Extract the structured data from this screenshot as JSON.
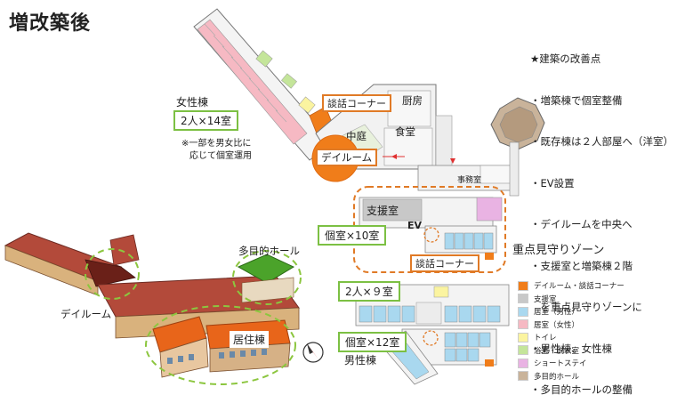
{
  "title": "増改築後",
  "notes": {
    "lines": [
      "★建築の改善点",
      "・増築棟で個室整備",
      "・既存棟は２人部屋へ（洋室）",
      "・EV設置",
      "・デイルームを中央へ",
      "・支援室と増築棟２階",
      "　を重点見守りゾーンに",
      "・男性棟、女性棟",
      "・多目的ホールの整備"
    ]
  },
  "plan": {
    "women_wing": "女性棟",
    "women_rooms": "2人×14室",
    "women_note_1": "※一部を男女比に",
    "women_note_2": "応じて個室運用",
    "lounge_top": "談話コーナー",
    "kitchen": "厨房",
    "courtyard": "中庭",
    "dining": "食堂",
    "dayroom": "デイルーム",
    "office": "事務室",
    "support": "支援室",
    "ev": "EV",
    "private_10": "個室×10室",
    "lounge_mid": "談話コーナー",
    "watch_zone": "重点見守りゾーン",
    "twin_9": "2人×９室",
    "private_12": "個室×12室",
    "men_wing": "男性棟"
  },
  "perspective": {
    "hall": "多目的ホール",
    "dayroom": "デイルーム",
    "residence": "居住棟"
  },
  "legend": [
    {
      "label": "デイルーム・談話コーナー",
      "color": "#f07d1a"
    },
    {
      "label": "支援室",
      "color": "#c8c8c8"
    },
    {
      "label": "居室（男性）",
      "color": "#a9d8ef"
    },
    {
      "label": "居室（女性）",
      "color": "#f6b9c3"
    },
    {
      "label": "トイレ",
      "color": "#fbf4a0"
    },
    {
      "label": "浴室・脱衣室",
      "color": "#c4e59a"
    },
    {
      "label": "ショートステイ",
      "color": "#e9b3e3"
    },
    {
      "label": "多目的ホール",
      "color": "#c9b39a"
    }
  ]
}
